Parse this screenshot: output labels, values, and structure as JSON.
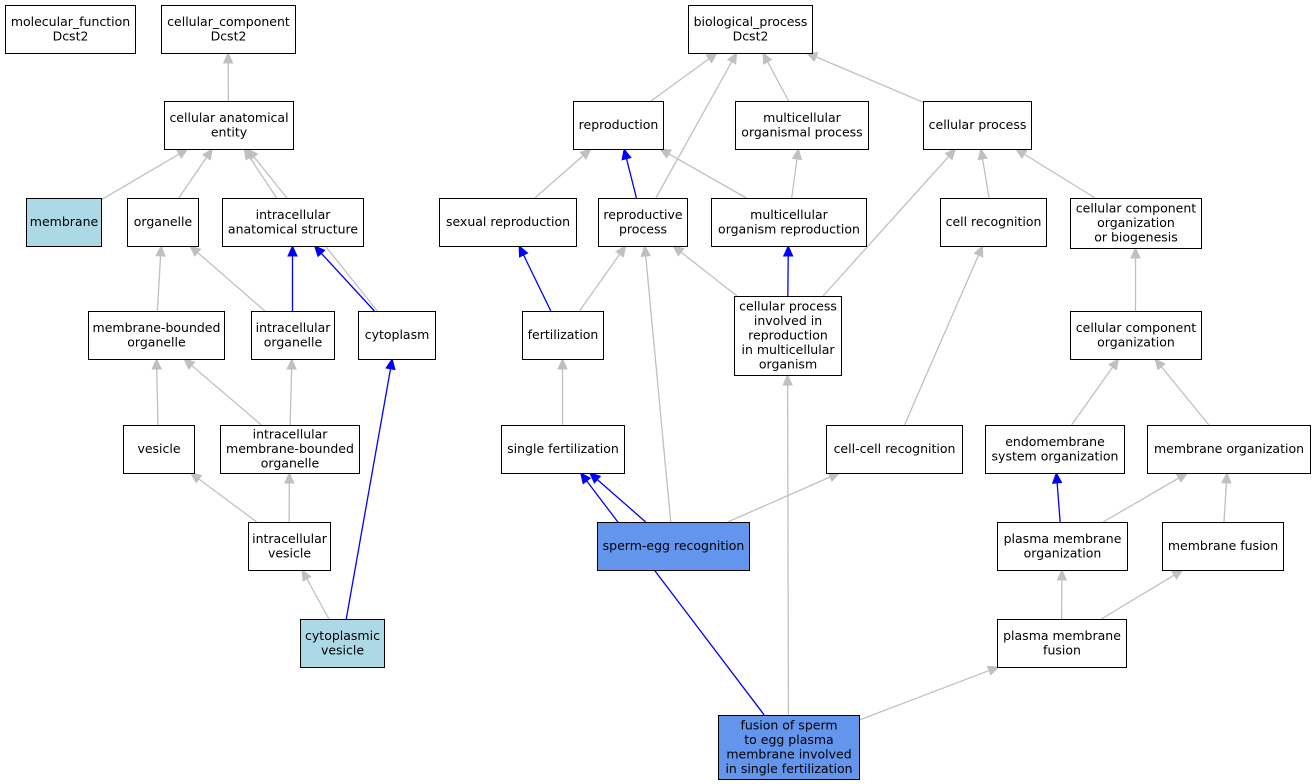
{
  "colors": {
    "default_fill": "#ffffff",
    "light_blue": "#add8e6",
    "cornflower_blue": "#6495ed",
    "edge_gray": "#c0c0c0",
    "edge_blue": "#0000ff"
  },
  "nodes": [
    {
      "id": "mf",
      "lines": [
        "molecular_function",
        "Dcst2"
      ],
      "style": "default"
    },
    {
      "id": "cc",
      "lines": [
        "cellular_component",
        "Dcst2"
      ],
      "style": "default"
    },
    {
      "id": "bp",
      "lines": [
        "biological_process",
        "Dcst2"
      ],
      "style": "default"
    },
    {
      "id": "cae",
      "lines": [
        "cellular anatomical",
        "entity"
      ],
      "style": "default"
    },
    {
      "id": "repro",
      "lines": [
        "reproduction"
      ],
      "style": "default"
    },
    {
      "id": "mop",
      "lines": [
        "multicellular",
        "organismal process"
      ],
      "style": "default"
    },
    {
      "id": "cp",
      "lines": [
        "cellular process"
      ],
      "style": "default"
    },
    {
      "id": "membrane",
      "lines": [
        "membrane"
      ],
      "style": "light_blue"
    },
    {
      "id": "organelle",
      "lines": [
        "organelle"
      ],
      "style": "default"
    },
    {
      "id": "ias",
      "lines": [
        "intracellular",
        "anatomical structure"
      ],
      "style": "default"
    },
    {
      "id": "sexrep",
      "lines": [
        "sexual reproduction"
      ],
      "style": "default"
    },
    {
      "id": "repproc",
      "lines": [
        "reproductive",
        "process"
      ],
      "style": "default"
    },
    {
      "id": "mor",
      "lines": [
        "multicellular",
        "organism reproduction"
      ],
      "style": "default"
    },
    {
      "id": "cellrec",
      "lines": [
        "cell recognition"
      ],
      "style": "default"
    },
    {
      "id": "ccob",
      "lines": [
        "cellular component",
        "organization",
        "or biogenesis"
      ],
      "style": "default"
    },
    {
      "id": "mbo",
      "lines": [
        "membrane-bounded",
        "organelle"
      ],
      "style": "default"
    },
    {
      "id": "io",
      "lines": [
        "intracellular",
        "organelle"
      ],
      "style": "default"
    },
    {
      "id": "cyto",
      "lines": [
        "cytoplasm"
      ],
      "style": "default"
    },
    {
      "id": "fert",
      "lines": [
        "fertilization"
      ],
      "style": "default"
    },
    {
      "id": "cpir",
      "lines": [
        "cellular process",
        "involved in",
        "reproduction",
        "in multicellular",
        "organism"
      ],
      "style": "default"
    },
    {
      "id": "cco",
      "lines": [
        "cellular component",
        "organization"
      ],
      "style": "default"
    },
    {
      "id": "vesicle",
      "lines": [
        "vesicle"
      ],
      "style": "default"
    },
    {
      "id": "imbo",
      "lines": [
        "intracellular",
        "membrane-bounded",
        "organelle"
      ],
      "style": "default"
    },
    {
      "id": "sfert",
      "lines": [
        "single fertilization"
      ],
      "style": "default"
    },
    {
      "id": "ccr",
      "lines": [
        "cell-cell recognition"
      ],
      "style": "default"
    },
    {
      "id": "eso",
      "lines": [
        "endomembrane",
        "system organization"
      ],
      "style": "default"
    },
    {
      "id": "memorg",
      "lines": [
        "membrane organization"
      ],
      "style": "default"
    },
    {
      "id": "iv",
      "lines": [
        "intracellular",
        "vesicle"
      ],
      "style": "default"
    },
    {
      "id": "ser",
      "lines": [
        "sperm-egg recognition"
      ],
      "style": "cornflower_blue"
    },
    {
      "id": "pmo",
      "lines": [
        "plasma membrane",
        "organization"
      ],
      "style": "default"
    },
    {
      "id": "memfus",
      "lines": [
        "membrane fusion"
      ],
      "style": "default"
    },
    {
      "id": "cv",
      "lines": [
        "cytoplasmic",
        "vesicle"
      ],
      "style": "light_blue"
    },
    {
      "id": "pmf",
      "lines": [
        "plasma membrane",
        "fusion"
      ],
      "style": "default"
    },
    {
      "id": "fusion",
      "lines": [
        "fusion of sperm",
        "to egg plasma",
        "membrane involved",
        "in single fertilization"
      ],
      "style": "cornflower_blue"
    }
  ],
  "edges": [
    {
      "from": "cae",
      "to": "cc",
      "color": "gray"
    },
    {
      "from": "repro",
      "to": "bp",
      "color": "gray"
    },
    {
      "from": "repproc",
      "to": "bp",
      "color": "gray"
    },
    {
      "from": "mop",
      "to": "bp",
      "color": "gray"
    },
    {
      "from": "cp",
      "to": "bp",
      "color": "gray"
    },
    {
      "from": "membrane",
      "to": "cae",
      "color": "gray"
    },
    {
      "from": "organelle",
      "to": "cae",
      "color": "gray"
    },
    {
      "from": "ias",
      "to": "cae",
      "color": "gray"
    },
    {
      "from": "cyto",
      "to": "cae",
      "color": "gray"
    },
    {
      "from": "sexrep",
      "to": "repro",
      "color": "gray"
    },
    {
      "from": "repproc",
      "to": "repro",
      "color": "blue"
    },
    {
      "from": "mor",
      "to": "repro",
      "color": "gray"
    },
    {
      "from": "mor",
      "to": "mop",
      "color": "gray"
    },
    {
      "from": "cpir",
      "to": "cp",
      "color": "gray"
    },
    {
      "from": "cellrec",
      "to": "cp",
      "color": "gray"
    },
    {
      "from": "ccob",
      "to": "cp",
      "color": "gray"
    },
    {
      "from": "mbo",
      "to": "organelle",
      "color": "gray"
    },
    {
      "from": "io",
      "to": "organelle",
      "color": "gray"
    },
    {
      "from": "io",
      "to": "ias",
      "color": "blue"
    },
    {
      "from": "cyto",
      "to": "ias",
      "color": "blue"
    },
    {
      "from": "fert",
      "to": "sexrep",
      "color": "blue"
    },
    {
      "from": "fert",
      "to": "repproc",
      "color": "gray"
    },
    {
      "from": "cpir",
      "to": "repproc",
      "color": "gray"
    },
    {
      "from": "cpir",
      "to": "mor",
      "color": "blue"
    },
    {
      "from": "ccr",
      "to": "cellrec",
      "color": "gray"
    },
    {
      "from": "cco",
      "to": "ccob",
      "color": "gray"
    },
    {
      "from": "vesicle",
      "to": "mbo",
      "color": "gray"
    },
    {
      "from": "imbo",
      "to": "mbo",
      "color": "gray"
    },
    {
      "from": "imbo",
      "to": "io",
      "color": "gray"
    },
    {
      "from": "cv",
      "to": "cyto",
      "color": "blue"
    },
    {
      "from": "sfert",
      "to": "fert",
      "color": "gray"
    },
    {
      "from": "ser",
      "to": "repproc",
      "color": "gray"
    },
    {
      "from": "fusion",
      "to": "cpir",
      "color": "gray"
    },
    {
      "from": "eso",
      "to": "cco",
      "color": "gray"
    },
    {
      "from": "memorg",
      "to": "cco",
      "color": "gray"
    },
    {
      "from": "iv",
      "to": "vesicle",
      "color": "gray"
    },
    {
      "from": "iv",
      "to": "imbo",
      "color": "gray"
    },
    {
      "from": "ser",
      "to": "sfert",
      "color": "blue"
    },
    {
      "from": "fusion",
      "to": "sfert",
      "color": "blue"
    },
    {
      "from": "ser",
      "to": "ccr",
      "color": "gray"
    },
    {
      "from": "pmo",
      "to": "eso",
      "color": "blue"
    },
    {
      "from": "pmo",
      "to": "memorg",
      "color": "gray"
    },
    {
      "from": "memfus",
      "to": "memorg",
      "color": "gray"
    },
    {
      "from": "cv",
      "to": "iv",
      "color": "gray"
    },
    {
      "from": "pmf",
      "to": "pmo",
      "color": "gray"
    },
    {
      "from": "pmf",
      "to": "memfus",
      "color": "gray"
    },
    {
      "from": "fusion",
      "to": "pmf",
      "color": "gray"
    }
  ]
}
